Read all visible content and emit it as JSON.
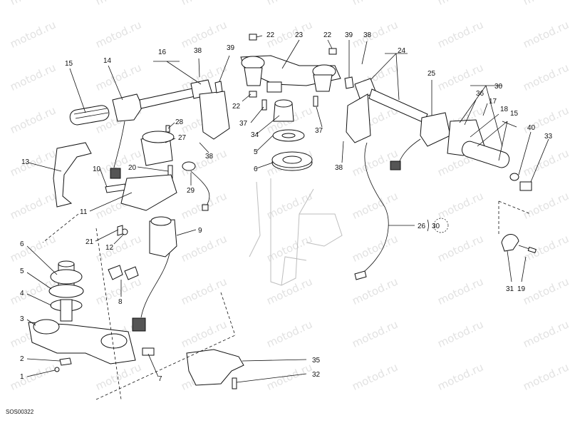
{
  "diagram_code": "SOS00322",
  "watermark_text": "motod.ru",
  "callouts": [
    {
      "id": "c1",
      "text": "1"
    },
    {
      "id": "c2",
      "text": "2"
    },
    {
      "id": "c3",
      "text": "3"
    },
    {
      "id": "c4",
      "text": "4"
    },
    {
      "id": "c5a",
      "text": "5"
    },
    {
      "id": "c5b",
      "text": "5"
    },
    {
      "id": "c6a",
      "text": "6"
    },
    {
      "id": "c6b",
      "text": "6"
    },
    {
      "id": "c7",
      "text": "7"
    },
    {
      "id": "c8",
      "text": "8"
    },
    {
      "id": "c9",
      "text": "9"
    },
    {
      "id": "c10",
      "text": "10"
    },
    {
      "id": "c11",
      "text": "11"
    },
    {
      "id": "c12",
      "text": "12"
    },
    {
      "id": "c13",
      "text": "13"
    },
    {
      "id": "c14",
      "text": "14"
    },
    {
      "id": "c15a",
      "text": "15"
    },
    {
      "id": "c15b",
      "text": "15"
    },
    {
      "id": "c16",
      "text": "16"
    },
    {
      "id": "c17",
      "text": "17"
    },
    {
      "id": "c18",
      "text": "18"
    },
    {
      "id": "c19",
      "text": "19"
    },
    {
      "id": "c20",
      "text": "20"
    },
    {
      "id": "c21",
      "text": "21"
    },
    {
      "id": "c22a",
      "text": "22"
    },
    {
      "id": "c22b",
      "text": "22"
    },
    {
      "id": "c22c",
      "text": "22"
    },
    {
      "id": "c23",
      "text": "23"
    },
    {
      "id": "c24",
      "text": "24"
    },
    {
      "id": "c25",
      "text": "25"
    },
    {
      "id": "c26",
      "text": "26"
    },
    {
      "id": "c27",
      "text": "27"
    },
    {
      "id": "c28",
      "text": "28"
    },
    {
      "id": "c29",
      "text": "29"
    },
    {
      "id": "c30a",
      "text": "30"
    },
    {
      "id": "c30b",
      "text": "30"
    },
    {
      "id": "c31",
      "text": "31"
    },
    {
      "id": "c32",
      "text": "32"
    },
    {
      "id": "c33",
      "text": "33"
    },
    {
      "id": "c34",
      "text": "34"
    },
    {
      "id": "c35",
      "text": "35"
    },
    {
      "id": "c36",
      "text": "36"
    },
    {
      "id": "c37a",
      "text": "37"
    },
    {
      "id": "c37b",
      "text": "37"
    },
    {
      "id": "c38a",
      "text": "38"
    },
    {
      "id": "c38b",
      "text": "38"
    },
    {
      "id": "c38c",
      "text": "38"
    },
    {
      "id": "c38d",
      "text": "38"
    },
    {
      "id": "c39a",
      "text": "39"
    },
    {
      "id": "c39b",
      "text": "39"
    },
    {
      "id": "c40",
      "text": "40"
    }
  ]
}
